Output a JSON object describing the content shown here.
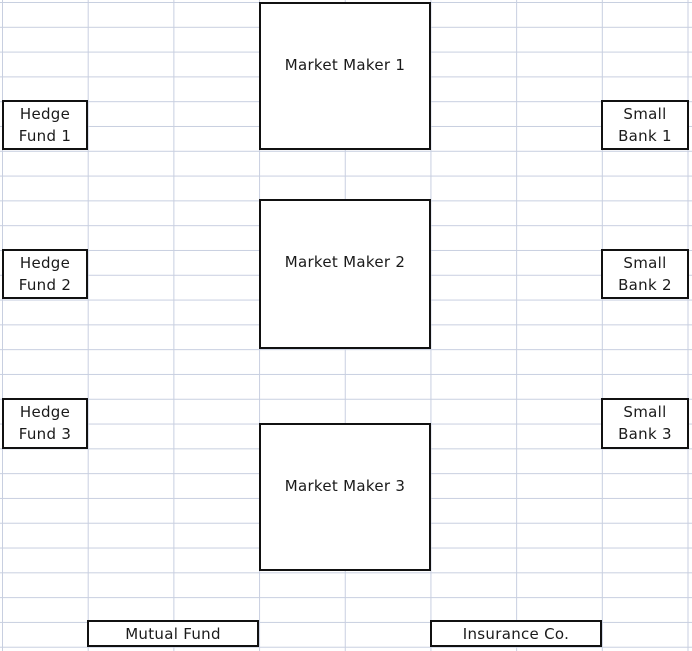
{
  "market_makers": [
    {
      "label": "Market Maker 1"
    },
    {
      "label": "Market Maker 2"
    },
    {
      "label": "Market Maker 3"
    }
  ],
  "hedge_funds": [
    {
      "line1": "Hedge",
      "line2": "Fund 1"
    },
    {
      "line1": "Hedge",
      "line2": "Fund 2"
    },
    {
      "line1": "Hedge",
      "line2": "Fund 3"
    }
  ],
  "small_banks": [
    {
      "line1": "Small",
      "line2": "Bank 1"
    },
    {
      "line1": "Small",
      "line2": "Bank 2"
    },
    {
      "line1": "Small",
      "line2": "Bank 3"
    }
  ],
  "bottom": {
    "mutual_fund": "Mutual Fund",
    "insurance": "Insurance Co."
  }
}
